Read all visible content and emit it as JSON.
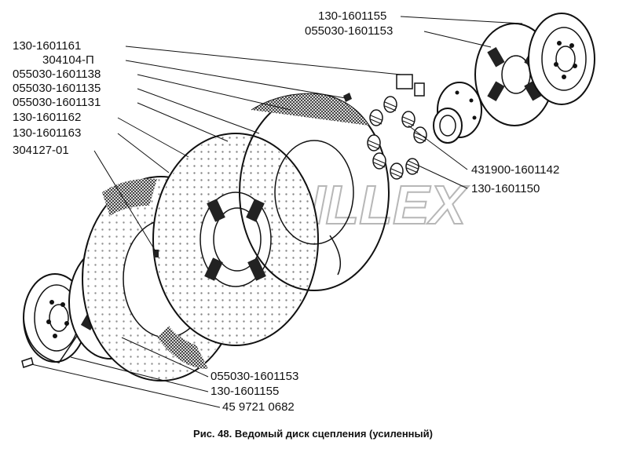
{
  "caption": "Рис. 48. Ведомый диск сцепления (усиленный)",
  "watermark": "ILLEX",
  "labels": {
    "top_right_1": "130-1601155",
    "top_right_2": "055030-1601153",
    "left_1": "130-1601161",
    "left_2": "304104-П",
    "left_3": "055030-1601138",
    "left_4": "055030-1601135",
    "left_5": "055030-1601131",
    "left_6": "130-1601162",
    "left_7": "130-1601163",
    "left_8": "304127-01",
    "right_1": "431900-1601142",
    "right_2": "130-1601150",
    "bottom_1": "055030-1601153",
    "bottom_2": "130-1601155",
    "bottom_3": "45 9721 0682"
  }
}
